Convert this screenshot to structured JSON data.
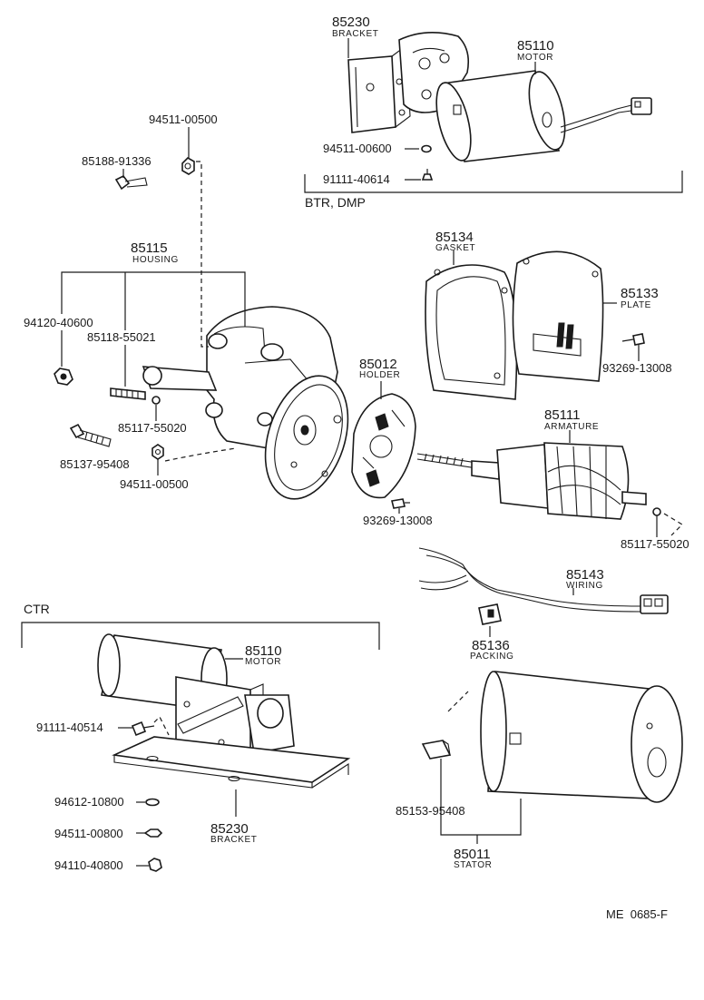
{
  "sections": {
    "btr_dmp": "BTR, DMP",
    "ctr": "CTR"
  },
  "callouts": {
    "bracket_top": {
      "number": "85230",
      "name": "BRACKET"
    },
    "motor_top": {
      "number": "85110",
      "name": "MOTOR"
    },
    "nut_top": "94511-00600",
    "screw_top": "91111-40614",
    "nut_housing_top": "94511-00500",
    "bolt_85188": "85188-91336",
    "housing": {
      "number": "85115",
      "name": "HOUSING"
    },
    "nut_94120": "94120-40600",
    "stud_85118": "85118-55021",
    "ball_85117_housing": "85117-55020",
    "bolt_85137": "85137-95408",
    "nut_housing_bottom": "94511-00500",
    "gasket": {
      "number": "85134",
      "name": "GASKET"
    },
    "plate": {
      "number": "85133",
      "name": "PLATE"
    },
    "screw_plate": "93269-13008",
    "holder": {
      "number": "85012",
      "name": "HOLDER"
    },
    "screw_holder": "93269-13008",
    "armature": {
      "number": "85111",
      "name": "ARMATURE"
    },
    "ball_85117_armature": "85117-55020",
    "wiring": {
      "number": "85143",
      "name": "WIRING"
    },
    "packing": {
      "number": "85136",
      "name": "PACKING"
    },
    "motor_ctr": {
      "number": "85110",
      "name": "MOTOR"
    },
    "screw_ctr": "91111-40514",
    "washer_ctr": "94612-10800",
    "nut_ctr_1": "94511-00800",
    "nut_ctr_2": "94110-40800",
    "bracket_ctr": {
      "number": "85230",
      "name": "BRACKET"
    },
    "bolt_85153": "85153-95408",
    "stator": {
      "number": "85011",
      "name": "STATOR"
    }
  },
  "figure_code": "ME  0685-F"
}
